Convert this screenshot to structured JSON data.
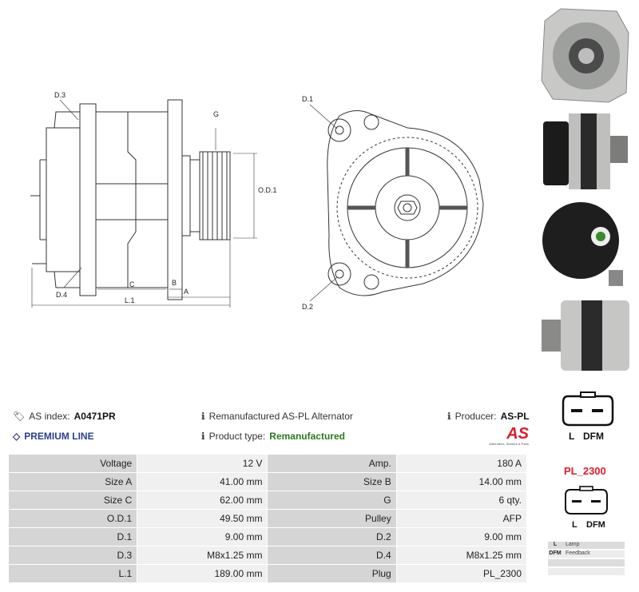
{
  "drawing_labels": {
    "d3": "D.3",
    "d4": "D.4",
    "g": "G",
    "od1": "O.D.1",
    "c": "C",
    "b": "B",
    "a": "A",
    "l1": "L.1",
    "d1": "D.1",
    "d2": "D.2"
  },
  "info": {
    "as_index_label": "AS index:",
    "as_index_value": "A0471PR",
    "premium_line": "PREMIUM LINE",
    "description": "Remanufactured AS-PL Alternator",
    "product_type_label": "Product type:",
    "product_type_value": "Remanufactured",
    "producer_label": "Producer:",
    "producer_value": "AS-PL",
    "logo_text": "AS",
    "logo_subtext": "Alternators, Starters & Parts"
  },
  "specs": [
    {
      "l1": "Voltage",
      "v1": "12 V",
      "l2": "Amp.",
      "v2": "180 A"
    },
    {
      "l1": "Size A",
      "v1": "41.00 mm",
      "l2": "Size B",
      "v2": "14.00 mm"
    },
    {
      "l1": "Size C",
      "v1": "62.00 mm",
      "l2": "G",
      "v2": "6 qty."
    },
    {
      "l1": "O.D.1",
      "v1": "49.50 mm",
      "l2": "Pulley",
      "v2": "AFP"
    },
    {
      "l1": "D.1",
      "v1": "9.00 mm",
      "l2": "D.2",
      "v2": "9.00 mm"
    },
    {
      "l1": "D.3",
      "v1": "M8x1.25 mm",
      "l2": "D.4",
      "v2": "M8x1.25 mm"
    },
    {
      "l1": "L.1",
      "v1": "189.00 mm",
      "l2": "Plug",
      "v2": "PL_2300"
    }
  ],
  "connector": {
    "top_label_l": "L",
    "top_label_dfm": "DFM",
    "plug_code": "PL_2300",
    "bottom_label_l": "L",
    "bottom_label_dfm": "DFM"
  },
  "legend": [
    {
      "key": "L",
      "value": "Lamp"
    },
    {
      "key": "DFM",
      "value": "Feedback"
    },
    {
      "key": "",
      "value": ""
    },
    {
      "key": "",
      "value": ""
    }
  ],
  "colors": {
    "accent_red": "#d8202a",
    "green": "#2a7a1e",
    "premium_blue": "#2b3f8c"
  }
}
